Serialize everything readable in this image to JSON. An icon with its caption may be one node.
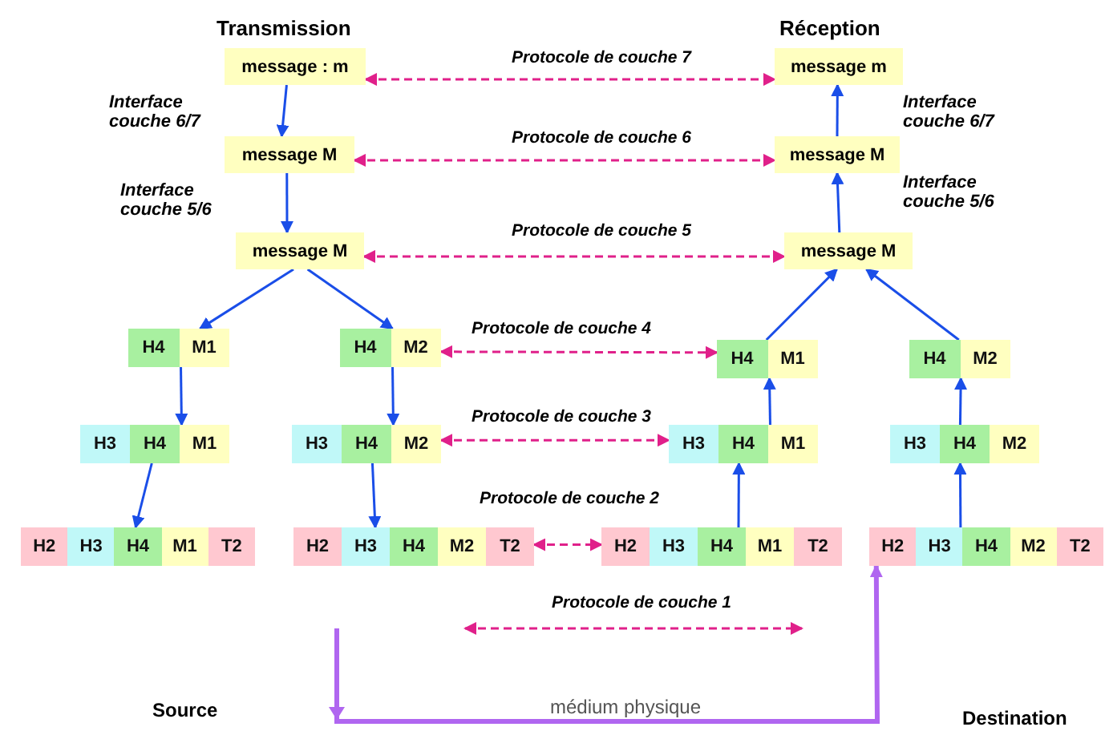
{
  "diagram": {
    "nodes": [
      {
        "text": [
          "message : m"
        ]
      },
      {
        "text": [
          "message m"
        ]
      },
      {
        "text": [
          "message M"
        ]
      },
      {
        "text": [
          "message M"
        ]
      },
      {
        "text": [
          "message M"
        ]
      },
      {
        "text": [
          "message M"
        ]
      },
      {
        "text": [
          "H4",
          "M1"
        ]
      },
      {
        "text": [
          "H4",
          "M2"
        ]
      },
      {
        "text": [
          "H4",
          "M1"
        ]
      },
      {
        "text": [
          "H4",
          "M2"
        ]
      },
      {
        "text": [
          "H3",
          "H4",
          "M1"
        ]
      },
      {
        "text": [
          "H3",
          "H4",
          "M2"
        ]
      },
      {
        "text": [
          "H3",
          "H4",
          "M1"
        ]
      },
      {
        "text": [
          "H3",
          "H4",
          "M2"
        ]
      },
      {
        "text": [
          "H2",
          "H3",
          "H4",
          "M1",
          "T2"
        ]
      },
      {
        "text": [
          "H2",
          "H3",
          "H4",
          "M2",
          "T2"
        ]
      },
      {
        "text": [
          "H2",
          "H3",
          "H4",
          "M1",
          "T2"
        ]
      },
      {
        "text": [
          "H2",
          "H3",
          "H4",
          "M2",
          "T2"
        ]
      }
    ],
    "edges": [
      {
        "from": 0,
        "to": 2,
        "arrow": "to"
      },
      {
        "from": 2,
        "to": 4,
        "arrow": "to"
      },
      {
        "from": 4,
        "to": 6,
        "arrow": "to"
      },
      {
        "from": 4,
        "to": 7,
        "arrow": "to"
      },
      {
        "from": 6,
        "to": 10,
        "arrow": "to"
      },
      {
        "from": 7,
        "to": 11,
        "arrow": "to"
      },
      {
        "from": 10,
        "to": 14,
        "arrow": "to"
      },
      {
        "from": 11,
        "to": 15,
        "arrow": "to"
      },
      {
        "from": 16,
        "to": 12,
        "arrow": "to"
      },
      {
        "from": 12,
        "to": 8,
        "arrow": "to"
      },
      {
        "from": 8,
        "to": 5,
        "arrow": "to"
      },
      {
        "from": 9,
        "to": 5,
        "arrow": "to"
      },
      {
        "from": 17,
        "to": 13,
        "arrow": "to"
      },
      {
        "from": 13,
        "to": 9,
        "arrow": "to"
      },
      {
        "from": 5,
        "to": 3,
        "arrow": "to"
      },
      {
        "from": 3,
        "to": 1,
        "arrow": "to"
      },
      {
        "from": 0,
        "to": 1,
        "arrow": "both",
        "label": "Protocole de couche 7",
        "style": "dashed",
        "color": "#e0208a"
      },
      {
        "from": 2,
        "to": 3,
        "arrow": "both",
        "label": "Protocole de couche 6",
        "style": "dashed",
        "color": "#e0208a"
      },
      {
        "from": 4,
        "to": 5,
        "arrow": "both",
        "label": "Protocole de couche 5",
        "style": "dashed",
        "color": "#e0208a"
      },
      {
        "from": 7,
        "to": 8,
        "arrow": "both",
        "label": "Protocole de couche 4",
        "style": "dashed",
        "color": "#e0208a"
      },
      {
        "from": 11,
        "to": 12,
        "arrow": "both",
        "label": "Protocole de couche 3",
        "style": "dashed",
        "color": "#e0208a"
      },
      {
        "from": 15,
        "to": 16,
        "arrow": "both",
        "label": "Protocole de couche 2",
        "style": "dashed",
        "color": "#e0208a"
      },
      {
        "from": null,
        "to": 17,
        "arrow": "to",
        "label": "médium physique",
        "style": "thick",
        "color": "#b066f0"
      }
    ],
    "labels": [
      "Transmission",
      "Réception",
      "Interface couche 6/7",
      "Interface couche 6/7",
      "Interface couche 5/6",
      "Interface couche 5/6",
      "Protocole de couche 1",
      "Source",
      "Destination"
    ]
  }
}
